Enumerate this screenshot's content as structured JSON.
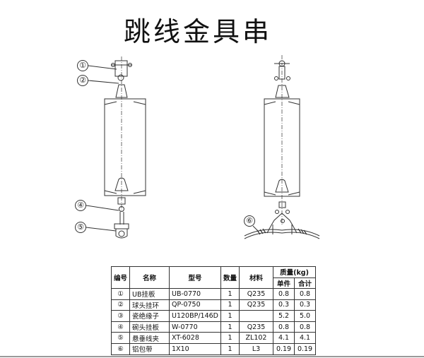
{
  "title": "跳线金具串",
  "left_callouts": [
    "①",
    "②",
    "④",
    "⑤"
  ],
  "right_callouts": [
    "⑥"
  ],
  "table": {
    "headers": {
      "no": "编号",
      "name": "名称",
      "model": "型号",
      "qty": "数量",
      "material": "材料",
      "mass": "质量(kg)",
      "unit": "单件",
      "total": "合计"
    },
    "rows": [
      {
        "no": "①",
        "name": "UB挂板",
        "model": "UB-0770",
        "qty": "1",
        "material": "Q235",
        "unit": "0.8",
        "total": "0.8"
      },
      {
        "no": "②",
        "name": "球头挂环",
        "model": "QP-0750",
        "qty": "1",
        "material": "Q235",
        "unit": "0.3",
        "total": "0.3"
      },
      {
        "no": "③",
        "name": "瓷绝缘子",
        "model": "U120BP/146D",
        "qty": "1",
        "material": "",
        "unit": "5.2",
        "total": "5.0"
      },
      {
        "no": "④",
        "name": "碗头挂板",
        "model": "W-0770",
        "qty": "1",
        "material": "Q235",
        "unit": "0.8",
        "total": "0.8"
      },
      {
        "no": "⑤",
        "name": "悬垂线夹",
        "model": "XT-6028",
        "qty": "1",
        "material": "ZL102",
        "unit": "4.1",
        "total": "4.1"
      },
      {
        "no": "⑥",
        "name": "铝包带",
        "model": "1X10",
        "qty": "1",
        "material": "L3",
        "unit": "0.19",
        "total": "0.19"
      }
    ]
  }
}
